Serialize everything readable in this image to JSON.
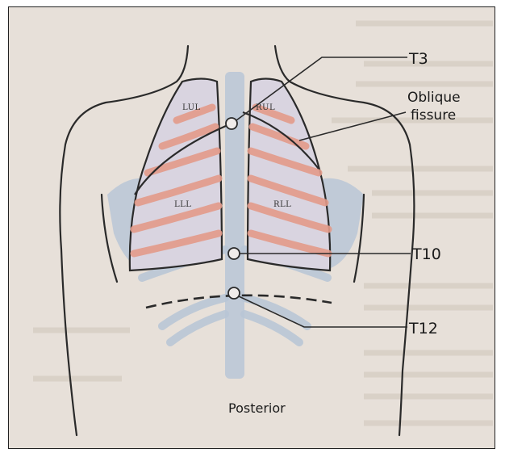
{
  "diagram": {
    "view_caption": "Posterior",
    "lobes": {
      "left_upper": "LUL",
      "right_upper": "RUL",
      "left_lower": "LLL",
      "right_lower": "RLL"
    },
    "landmarks": {
      "t3": "T3",
      "oblique_fissure_line1": "Oblique",
      "oblique_fissure_line2": "fissure",
      "t10": "T10",
      "t12": "T12"
    },
    "colors": {
      "background": "#e7e0d9",
      "skeleton": "#b8c6d6",
      "rib_pink": "#e39b8a",
      "outline": "#2a2a2a"
    }
  }
}
